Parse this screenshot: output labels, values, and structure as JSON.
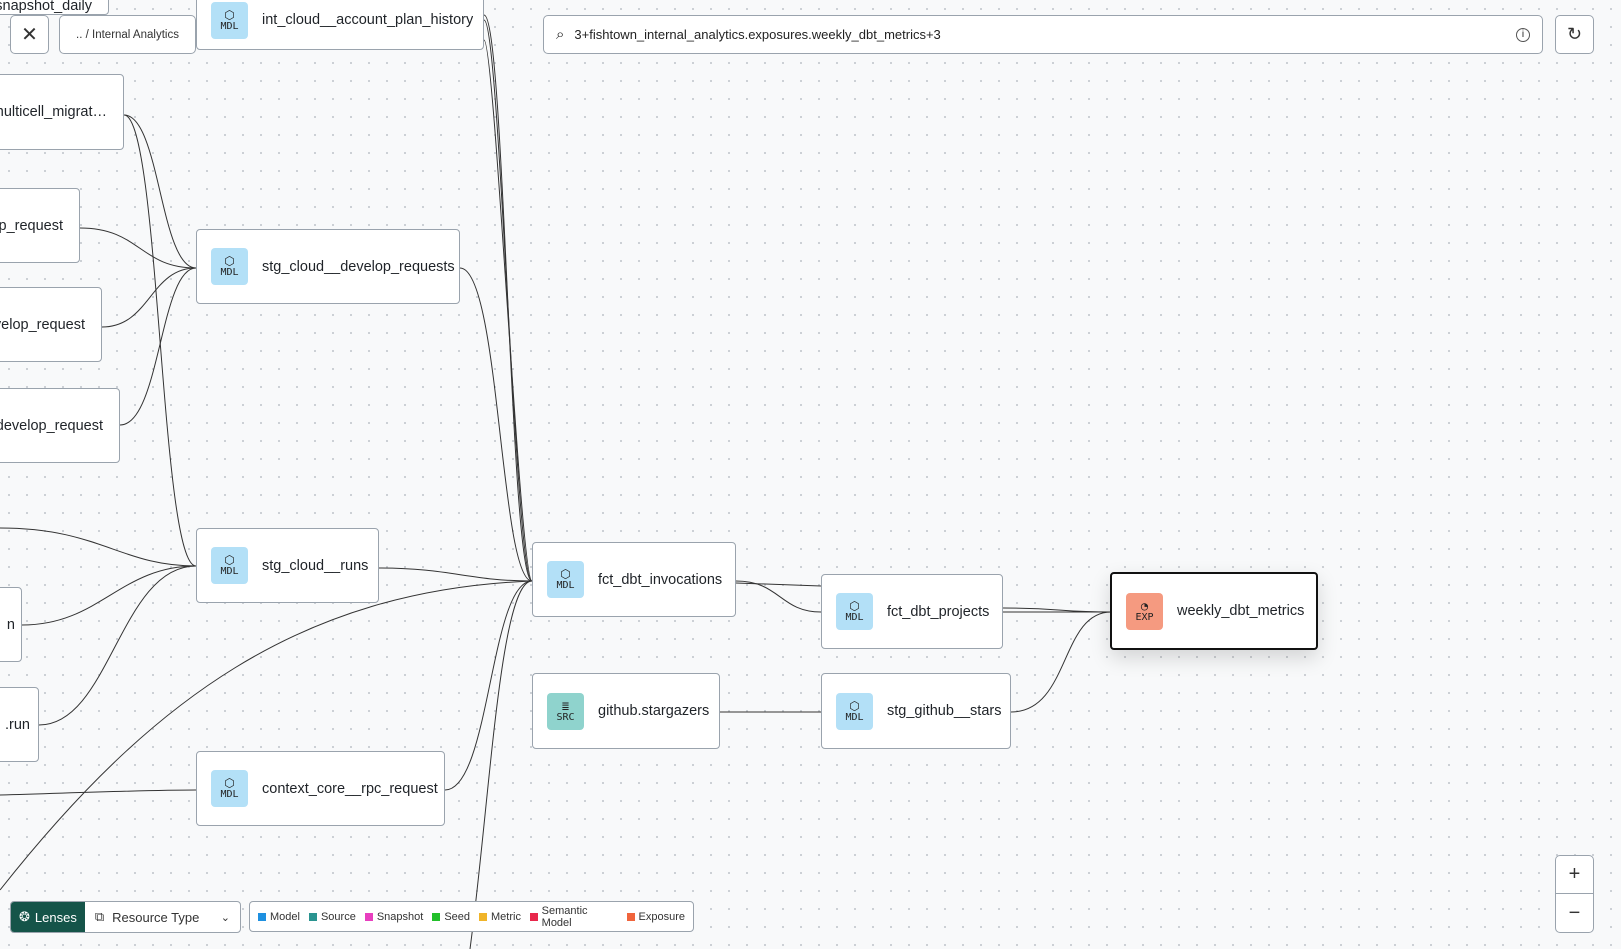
{
  "toolbar": {
    "breadcrumb": ".. / Internal Analytics",
    "search_query": "3+fishtown_internal_analytics.exposures.weekly_dbt_metrics+3"
  },
  "nodes": {
    "snapshot": {
      "label": "snapshot_daily"
    },
    "account_plan": {
      "type": "MDL",
      "label": "int_cloud__account_plan_history"
    },
    "multicell": {
      "label": "nulticell_migrat…"
    },
    "p_request": {
      "label": "p_request"
    },
    "velop_request": {
      "label": "velop_request"
    },
    "develop_request": {
      "label": ".develop_request"
    },
    "n": {
      "label": "n"
    },
    "run": {
      "label": ".run"
    },
    "stg_develop": {
      "type": "MDL",
      "label": "stg_cloud__develop_requests"
    },
    "stg_runs": {
      "type": "MDL",
      "label": "stg_cloud__runs"
    },
    "rpc": {
      "type": "MDL",
      "label": "context_core__rpc_request"
    },
    "fct_inv": {
      "type": "MDL",
      "label": "fct_dbt_invocations"
    },
    "stargazers": {
      "type": "SRC",
      "label": "github.stargazers"
    },
    "fct_proj": {
      "type": "MDL",
      "label": "fct_dbt_projects"
    },
    "stg_stars": {
      "type": "MDL",
      "label": "stg_github__stars"
    },
    "weekly": {
      "type": "EXP",
      "label": "weekly_dbt_metrics"
    }
  },
  "lenses": {
    "label": "Lenses",
    "selected": "Resource Type"
  },
  "legend": [
    {
      "label": "Model",
      "color": "#1e90e0"
    },
    {
      "label": "Source",
      "color": "#2a9490"
    },
    {
      "label": "Snapshot",
      "color": "#e83fbf"
    },
    {
      "label": "Seed",
      "color": "#22c02a"
    },
    {
      "label": "Metric",
      "color": "#f0b429"
    },
    {
      "label": "Semantic Model",
      "color": "#e8274b"
    },
    {
      "label": "Exposure",
      "color": "#f0643c"
    }
  ],
  "zoom": {
    "in": "+",
    "out": "−"
  }
}
